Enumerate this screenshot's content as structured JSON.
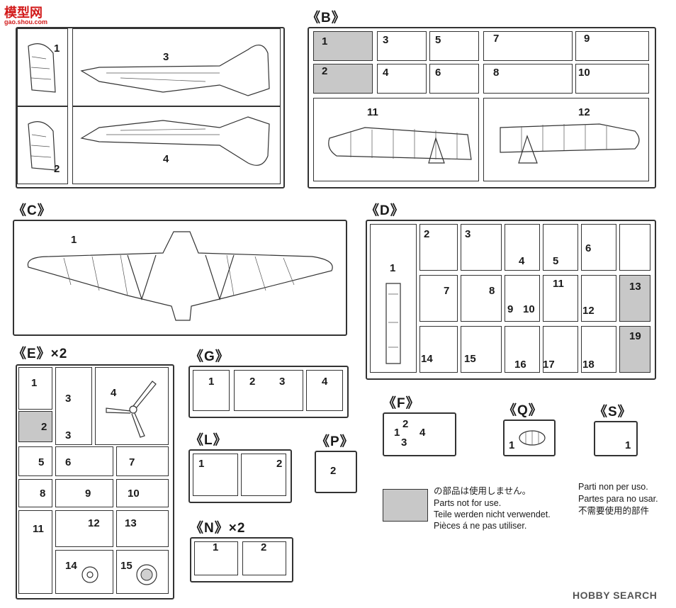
{
  "watermark_top": {
    "name": "模型网",
    "url": "gao.shou.com"
  },
  "watermark_bottom": "HOBBY SEARCH",
  "colors": {
    "unused_parts": "#c8c8c8",
    "ink": "#333333",
    "watermark_red": "#d21a1a"
  },
  "sprues": {
    "A": {
      "parts": [
        "1",
        "2",
        "3",
        "4"
      ]
    },
    "B": {
      "title": "《B》",
      "parts": [
        "1",
        "2",
        "3",
        "4",
        "5",
        "6",
        "7",
        "8",
        "9",
        "10",
        "11",
        "12"
      ],
      "unused": [
        "1",
        "2"
      ]
    },
    "C": {
      "title": "《C》",
      "parts": [
        "1"
      ]
    },
    "D": {
      "title": "《D》",
      "parts": [
        "1",
        "2",
        "3",
        "4",
        "5",
        "6",
        "7",
        "8",
        "9",
        "10",
        "11",
        "12",
        "13",
        "14",
        "15",
        "16",
        "17",
        "18",
        "19"
      ],
      "unused": [
        "13",
        "19"
      ]
    },
    "E": {
      "title": "《E》×2",
      "parts": [
        "1",
        "2",
        "3",
        "3",
        "4",
        "5",
        "6",
        "7",
        "8",
        "9",
        "10",
        "11",
        "12",
        "13",
        "14",
        "15"
      ],
      "unused": [
        "2"
      ]
    },
    "F": {
      "title": "《F》",
      "parts": [
        "1",
        "2",
        "3",
        "4"
      ]
    },
    "G": {
      "title": "《G》",
      "parts": [
        "1",
        "2",
        "3",
        "4"
      ]
    },
    "L": {
      "title": "《L》",
      "parts": [
        "1",
        "2"
      ]
    },
    "N": {
      "title": "《N》×2",
      "parts": [
        "1",
        "2"
      ]
    },
    "P": {
      "title": "《P》",
      "parts": [
        "2"
      ]
    },
    "Q": {
      "title": "《Q》",
      "parts": [
        "1"
      ]
    },
    "S": {
      "title": "《S》",
      "parts": [
        "1"
      ]
    }
  },
  "legend": {
    "japanese": "の部品は使用しません。",
    "english": "Parts not for use.",
    "german": "Teile werden nicht verwendet.",
    "french": "Pièces á ne pas utiliser.",
    "italian": "Parti non per uso.",
    "spanish": "Partes para no usar.",
    "chinese": "不需要使用的部件"
  }
}
